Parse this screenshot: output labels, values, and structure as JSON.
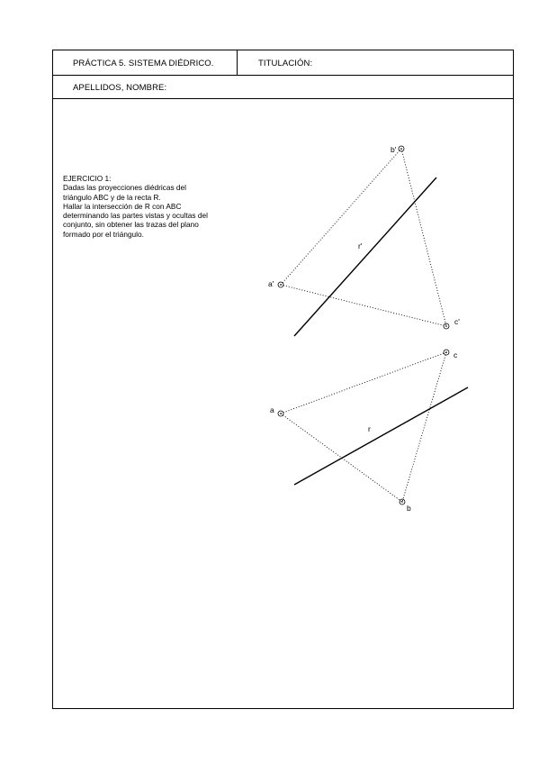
{
  "header": {
    "practica": "PRÁCTICA 5. SISTEMA DIÉDRICO.",
    "titulacion": "TITULACIÓN:",
    "apellidos": "APELLIDOS, NOMBRE:"
  },
  "exercise": {
    "title": "EJERCICIO 1:",
    "lines": [
      "Dadas las proyecciones diédricas del",
      "triángulo ABC y de la recta R.",
      "Hallar la intersección de R con ABC",
      "determinando las partes vistas y ocultas del",
      "conjunto, sin obtener las trazas del plano",
      "formado por el triángulo."
    ]
  },
  "drawing": {
    "labels": {
      "a_prime": "a'",
      "b_prime": "b'",
      "c_prime": "c'",
      "r_prime": "r'",
      "a": "a",
      "b": "b",
      "c": "c",
      "r": "r"
    }
  }
}
